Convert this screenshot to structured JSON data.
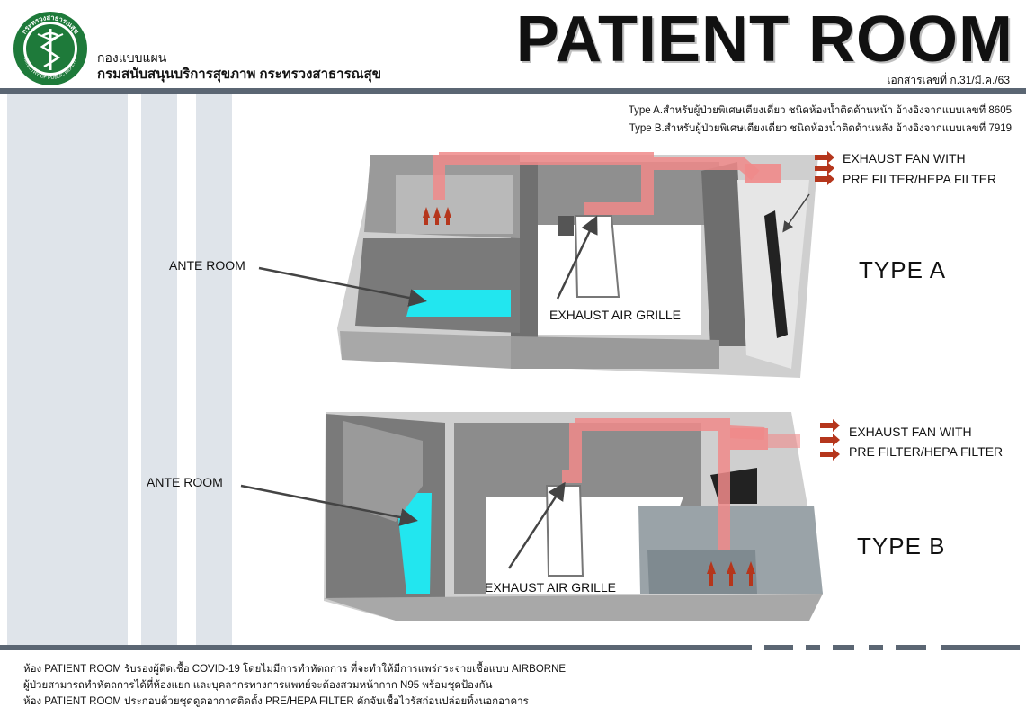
{
  "header": {
    "org_line1": "กองแบบแผน",
    "org_line2": "กรมสนับสนุนบริการสุขภาพ กระทรวงสาธารณสุข",
    "logo_text_top": "กระทรวงสาธารณสุข",
    "logo_text_bottom": "MINISTRY OF PUBLIC HEALTH",
    "title": "PATIENT ROOM",
    "doc_no": "เอกสารเลขที่ ก.31/มี.ค./63"
  },
  "notes": {
    "type_a": "Type A.สำหรับผู้ป่วยพิเศษเตียงเดี่ยว ชนิดห้องน้ำติดด้านหน้า อ้างอิงจากแบบเลขที่ 8605",
    "type_b": "Type B.สำหรับผู้ป่วยพิเศษเตียงเดี่ยว ชนิดห้องน้ำติดด้านหลัง อ้างอิงจากแบบเลขที่ 7919"
  },
  "diagram_a": {
    "type_label": "TYPE A",
    "ante_room": "ANTE ROOM",
    "exhaust_grille": "EXHAUST AIR GRILLE",
    "fan_line1": "EXHAUST FAN WITH",
    "fan_line2": "PRE FILTER/HEPA FILTER"
  },
  "diagram_b": {
    "type_label": "TYPE B",
    "ante_room": "ANTE ROOM",
    "exhaust_grille": "EXHAUST AIR GRILLE",
    "fan_line1": "EXHAUST FAN WITH",
    "fan_line2": "PRE FILTER/HEPA FILTER"
  },
  "footer": {
    "line1": "ห้อง PATIENT ROOM รับรองผู้ติดเชื้อ COVID-19 โดยไม่มีการทำหัตถการ ที่จะทำให้มีการแพร่กระจายเชื้อแบบ AIRBORNE",
    "line2": "ผู้ป่วยสามารถทำหัตถการได้ที่ห้องแยก และบุคลากรทางการแพทย์จะต้องสวมหน้ากาก N95 พร้อมชุดป้องกัน",
    "line3": "ห้อง PATIENT ROOM ประกอบด้วยชุดดูดอากาศติดตั้ง  PRE/HEPA FILTER ดักจับเชื้อไวรัสก่อนปล่อยทิ้งนอกอาคาร"
  },
  "colors": {
    "bar": "#5b6673",
    "stripe": "#dfe4ea",
    "duct": "#f08a8a",
    "ante_room": "#22e6ef",
    "arrow": "#b5361c",
    "wall": "#8f8f8f",
    "floor": "#ffffff"
  }
}
